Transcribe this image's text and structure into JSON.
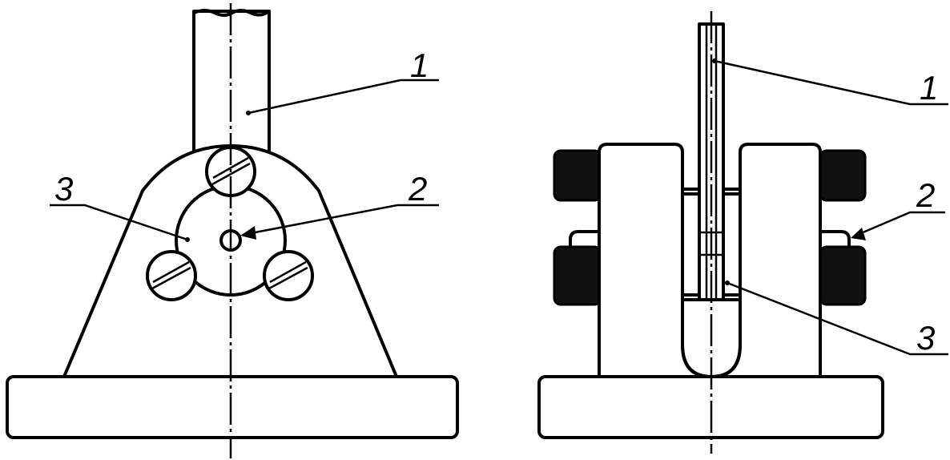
{
  "left_view": {
    "callout_1": "1",
    "callout_2": "2",
    "callout_3": "3"
  },
  "right_view": {
    "callout_1": "1",
    "callout_2": "2",
    "callout_3": "3"
  }
}
